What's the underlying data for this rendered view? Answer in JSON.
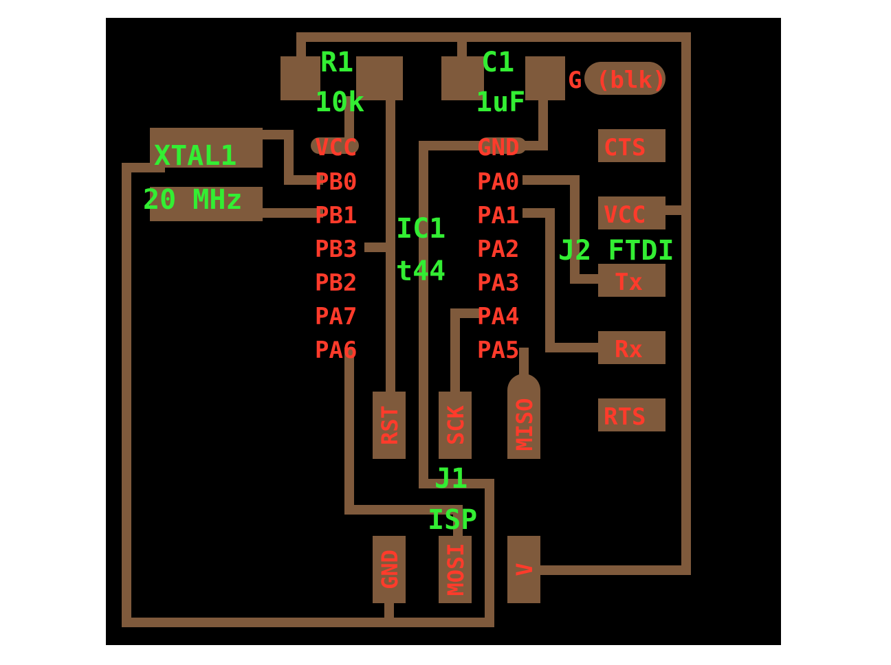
{
  "colors": {
    "background": "#ffffff",
    "board": "#000000",
    "copper": "#7f5a3c",
    "pad_label": "#ff3b2b",
    "part_label": "#33ee33"
  },
  "parts": {
    "r1_name": "R1",
    "r1_value": "10k",
    "c1_name": "C1",
    "c1_value": "1uF",
    "xtal_name": "XTAL1",
    "xtal_value": "20 MHz",
    "ic_name": "IC1",
    "ic_value": "t44",
    "ftdi_name": "J2 FTDI",
    "isp_name": "J1",
    "isp_value": "ISP"
  },
  "ic_left_pins": [
    "VCC",
    "PB0",
    "PB1",
    "PB3",
    "PB2",
    "PA7",
    "PA6"
  ],
  "ic_right_pins": [
    "GND",
    "PA0",
    "PA1",
    "PA2",
    "PA3",
    "PA4",
    "PA5"
  ],
  "ftdi_pins": [
    "G (blk)",
    "CTS",
    "VCC",
    "Tx",
    "Rx",
    "RTS"
  ],
  "isp_pins": {
    "rst": "RST",
    "sck": "SCK",
    "miso": "MISO",
    "gnd": "GND",
    "mosi": "MOSI",
    "v": "V"
  }
}
